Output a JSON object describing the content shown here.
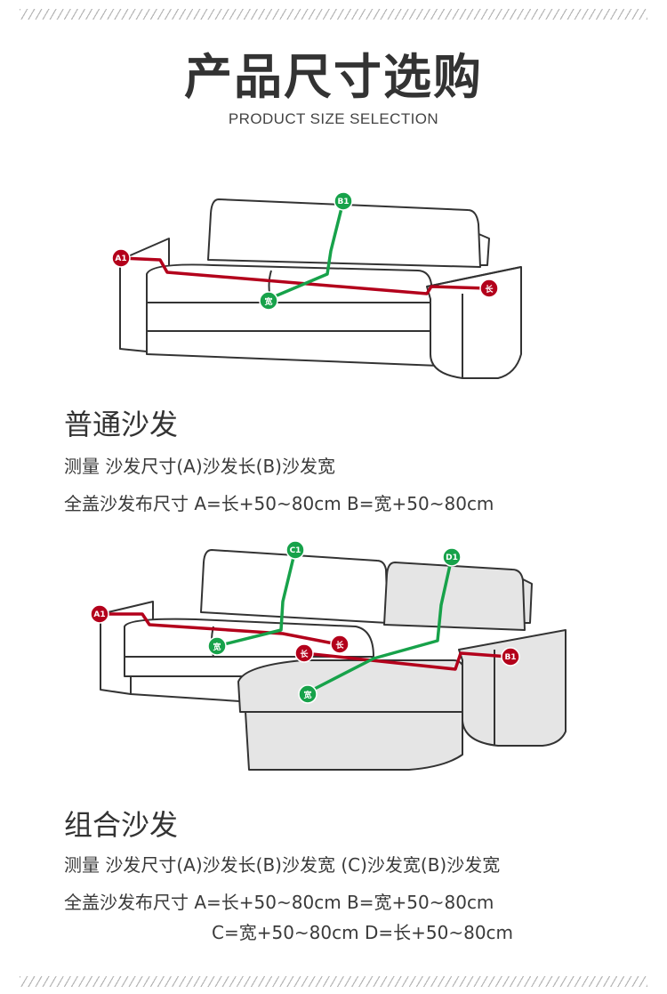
{
  "header": {
    "title": "产品尺寸选购",
    "subtitle": "PRODUCT SIZE SELECTION"
  },
  "colors": {
    "red_line": "#b3001b",
    "green_line": "#17a24a",
    "outline": "#333333",
    "chaise_fill": "#e5e5e5"
  },
  "section1": {
    "title": "普通沙发",
    "line1": "测量 沙发尺寸(A)沙发长(B)沙发宽",
    "line2": "全盖沙发布尺寸 A=长+50~80cm B=宽+50~80cm",
    "labels": {
      "a1": "A1",
      "b1": "B1",
      "length": "长",
      "width": "宽"
    }
  },
  "section2": {
    "title": "组合沙发",
    "line1": "测量 沙发尺寸(A)沙发长(B)沙发宽 (C)沙发宽(B)沙发宽",
    "line2": "全盖沙发布尺寸 A=长+50~80cm   B=宽+50~80cm",
    "line3": "C=宽+50~80cm   D=长+50~80cm",
    "labels": {
      "a1": "A1",
      "b1": "B1",
      "c1": "C1",
      "d1": "D1",
      "length": "长",
      "width": "宽"
    }
  }
}
